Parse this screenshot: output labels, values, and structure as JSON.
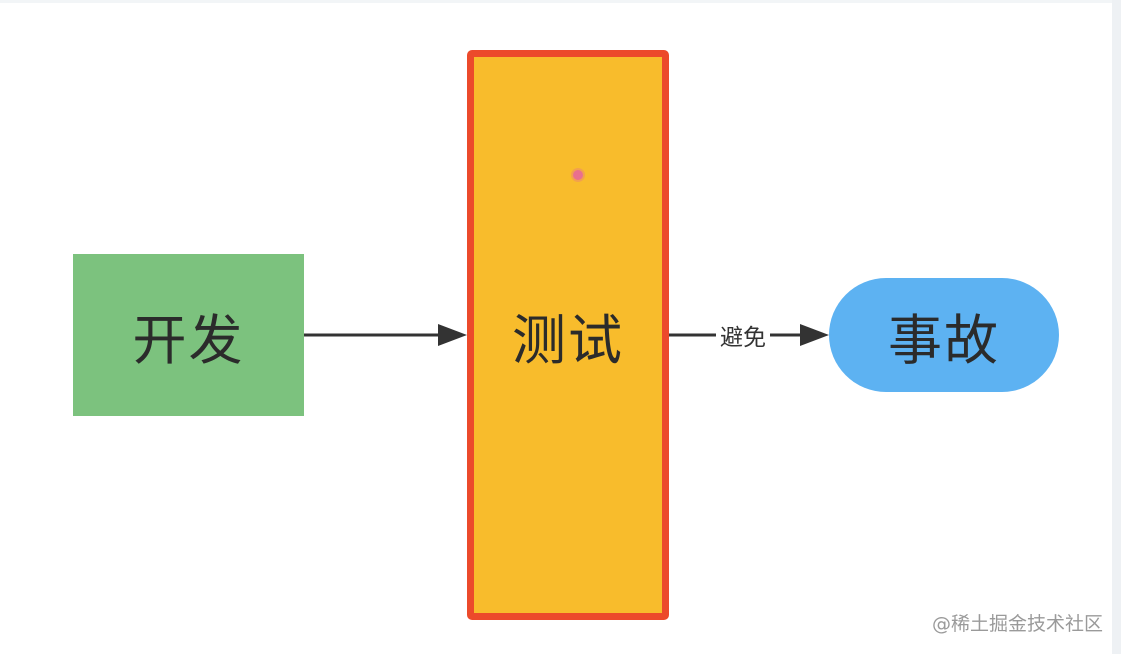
{
  "diagram": {
    "nodes": {
      "dev": {
        "label": "开发",
        "fill": "#7cc27e",
        "shape": "rectangle"
      },
      "test": {
        "label": "测试",
        "fill": "#f8bc2c",
        "stroke": "#ec4a2b",
        "shape": "rectangle"
      },
      "incident": {
        "label": "事故",
        "fill": "#5db2f2",
        "shape": "rounded-pill"
      }
    },
    "edges": [
      {
        "from": "开发",
        "to": "测试",
        "label": ""
      },
      {
        "from": "测试",
        "to": "事故",
        "label": "避免"
      }
    ],
    "edge_color": "#333333"
  },
  "watermark": "@稀土掘金技术社区"
}
